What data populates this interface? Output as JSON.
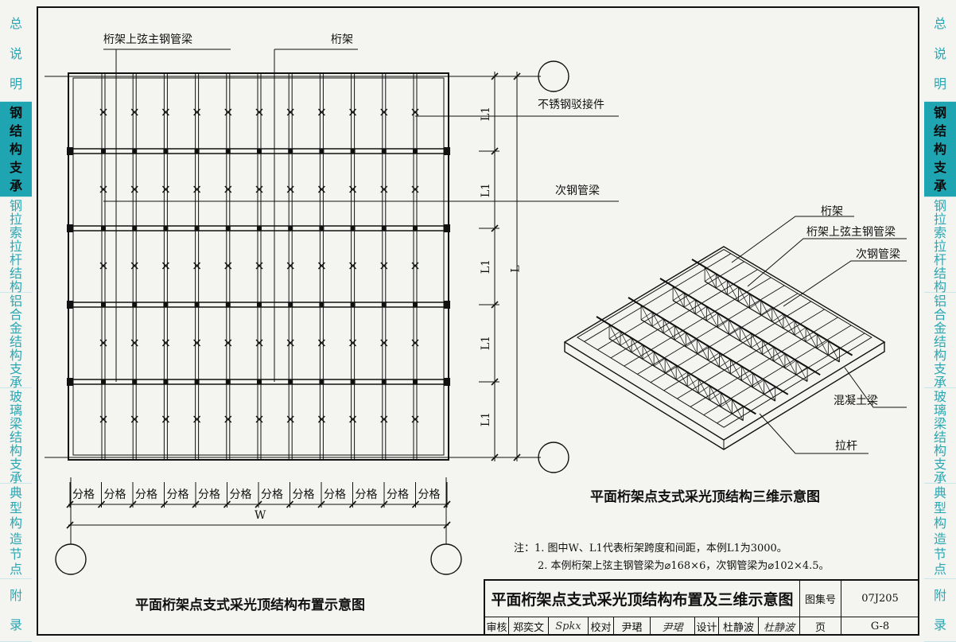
{
  "side_tabs": [
    {
      "text": "总说明",
      "active": false
    },
    {
      "text": "钢结构支承",
      "active": true
    },
    {
      "text": "钢拉索拉杆结构",
      "active": false
    },
    {
      "text": "铝合金结构支承",
      "active": false
    },
    {
      "text": "玻璃梁结构支承",
      "active": false
    },
    {
      "text": "典型构造节点",
      "active": false
    },
    {
      "text": "附录",
      "active": false
    }
  ],
  "plan": {
    "label_top_chord": "桁架上弦主钢管梁",
    "label_truss": "桁架",
    "label_connector": "不锈钢驳接件",
    "label_secondary": "次钢管梁",
    "dim_l1": "L1",
    "dim_l": "L",
    "dim_w": "W",
    "cell_label": "分格",
    "cell_count": 12,
    "caption": "平面桁架点支式采光顶结构布置示意图"
  },
  "iso": {
    "label_truss": "桁架",
    "label_top_chord": "桁架上弦主钢管梁",
    "label_secondary": "次钢管梁",
    "label_concrete": "混凝土梁",
    "label_rod": "拉杆",
    "caption": "平面桁架点支式采光顶结构三维示意图"
  },
  "notes": {
    "prefix": "注：",
    "line1": "1. 图中W、L1代表桁架跨度和间距，本例L1为3000。",
    "line2": "2. 本例桁架上弦主钢管梁为⌀168×6，次钢管梁为⌀102×4.5。"
  },
  "title_block": {
    "title": "平面桁架点支式采光顶结构布置及三维示意图",
    "atlas_label": "图集号",
    "atlas_no": "07J205",
    "page_label": "页",
    "page_no": "G-8",
    "review_label": "审核",
    "reviewer": "郑奕文",
    "reviewer_sig": "Spkx",
    "check_label": "校对",
    "checker": "尹珺",
    "checker_sig": "尹珺",
    "design_label": "设计",
    "designer": "杜静波",
    "designer_sig": "杜静波"
  }
}
